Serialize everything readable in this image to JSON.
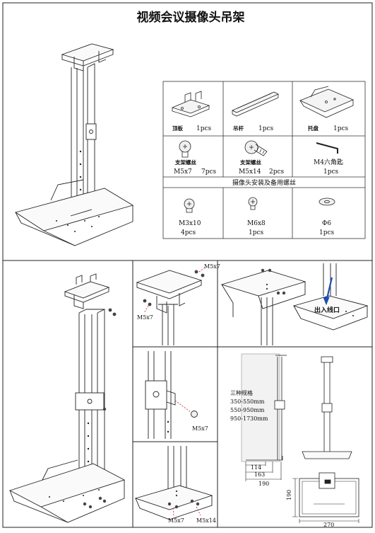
{
  "title": "视频会议摄像头吊架",
  "parts_top": [
    {
      "name": "顶板",
      "qty": "1pcs"
    },
    {
      "name": "吊杆",
      "qty": "1pcs"
    },
    {
      "name": "托盘",
      "qty": "1pcs"
    }
  ],
  "parts_mid": [
    {
      "name": "支架螺丝",
      "spec": "M5x7",
      "qty": "7pcs"
    },
    {
      "name": "支架螺丝",
      "spec": "M5x14",
      "qty": "2pcs"
    },
    {
      "name": "M4六角匙",
      "qty": "1pcs"
    }
  ],
  "screws_header": "摄像头安装及备用螺丝",
  "screws": [
    {
      "spec": "M3x10",
      "qty": "4pcs"
    },
    {
      "spec": "M6x8",
      "qty": "1pcs"
    },
    {
      "spec": "Φ6",
      "qty": "1pcs"
    }
  ],
  "callouts": {
    "m5x7_a": "M5x7",
    "m5x7_b": "M5x7",
    "m5x7_c": "M5x7",
    "m5x7_d": "M5x7",
    "m5x14": "M5x14",
    "cable_exit": "出入线口"
  },
  "spec": {
    "title": "三种规格",
    "sizes": [
      "350-550mm",
      "550-950mm",
      "950-1730mm"
    ],
    "dims": [
      "114",
      "163",
      "190"
    ]
  },
  "tray_dims": {
    "height": "190",
    "width": "270"
  }
}
